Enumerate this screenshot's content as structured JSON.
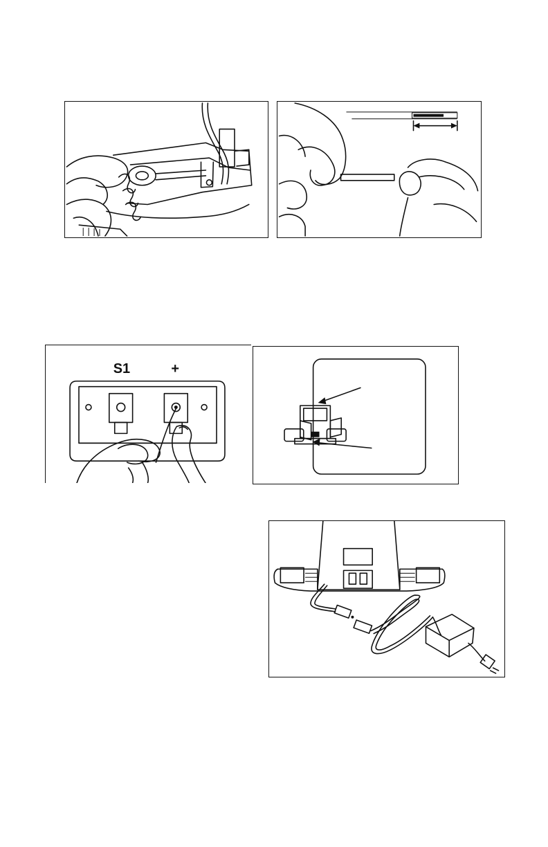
{
  "figures": {
    "wire_stripper": {
      "icon": "wire-stripper-illustration"
    },
    "strip_length": {
      "icon": "stripped-wire-length-illustration"
    },
    "terminals": {
      "left_label": "S1",
      "right_label": "+",
      "icon": "terminal-connection-illustration"
    },
    "locator": {
      "icon": "terminal-location-illustration"
    },
    "power_adapter": {
      "icon": "power-adapter-connection-illustration"
    }
  }
}
